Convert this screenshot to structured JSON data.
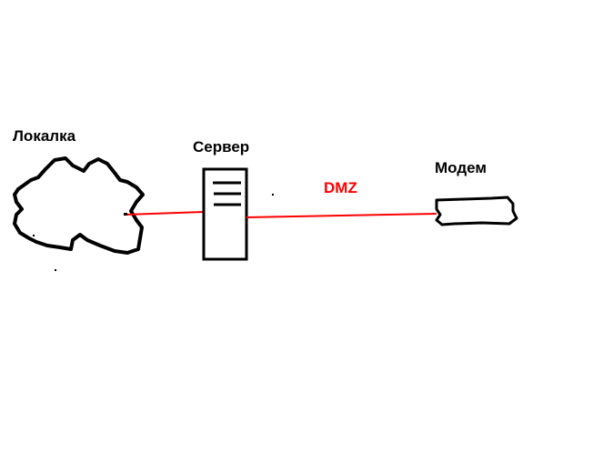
{
  "nodes": {
    "local_network": {
      "label": "Локалка",
      "icon": "cloud-icon"
    },
    "server": {
      "label": "Сервер",
      "icon": "server-icon"
    },
    "modem": {
      "label": "Модем",
      "icon": "modem-icon"
    }
  },
  "links": [
    {
      "from": "local_network",
      "to": "server",
      "color": "#ff0000"
    },
    {
      "from": "server",
      "to": "modem",
      "color": "#ff0000",
      "label": "DMZ"
    }
  ],
  "colors": {
    "outline": "#000000",
    "link": "#ff0000",
    "dmz_label": "#ff0000",
    "background": "#ffffff"
  }
}
